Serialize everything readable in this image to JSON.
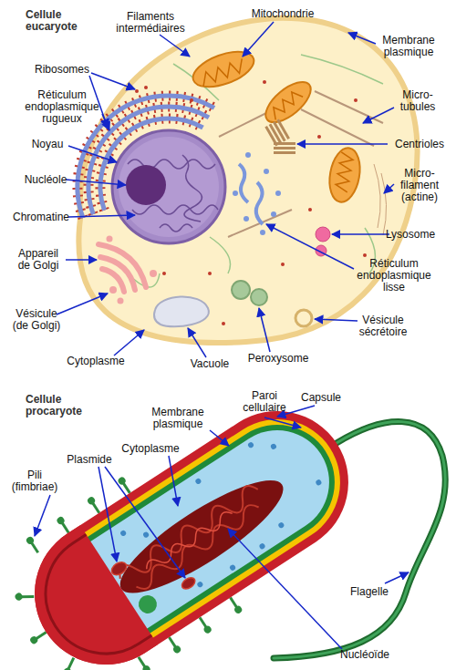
{
  "diagram": {
    "labels": [
      "Cellule eucaryote",
      "Filaments intermédiaires",
      "Mitochondrie",
      "Membrane plasmique",
      "Ribosomes",
      "Réticulum endoplasmique rugueux",
      "Micro- tubules",
      "Noyau",
      "Centrioles",
      "Nucléole",
      "Micro- filament (actine)",
      "Chromatine",
      "Lysosome",
      "Appareil de Golgi",
      "Réticulum endoplasmique lisse",
      "Vésicule (de Golgi)",
      "Vésicule sécrétoire",
      "Cytoplasme",
      "Vacuole",
      "Peroxysome",
      "Cellule procaryote",
      "Paroi cellulaire",
      "Capsule",
      "Membrane plasmique",
      "Cytoplasme",
      "Plasmide",
      "Pili (fimbriae)",
      "Flagelle",
      "Nucléoïde"
    ]
  }
}
